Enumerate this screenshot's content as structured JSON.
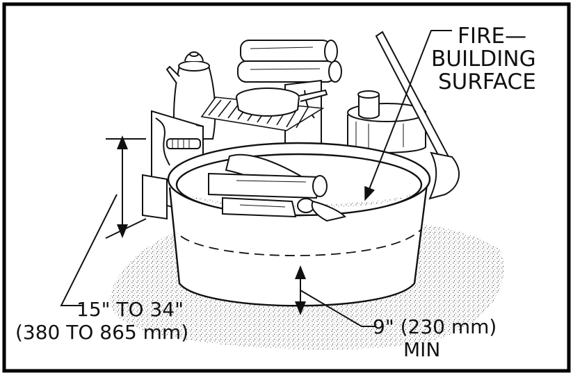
{
  "labels": {
    "fire_building_surface_line1": "FIRE—",
    "fire_building_surface_line2": "BUILDING",
    "fire_building_surface_line3": "SURFACE",
    "cooking_surface_height_line1": "15\" TO 34\"",
    "cooking_surface_height_line2": "(380 TO 865 mm)",
    "surface_depth_line1": "9\" (230 mm)",
    "surface_depth_line2": "MIN"
  }
}
